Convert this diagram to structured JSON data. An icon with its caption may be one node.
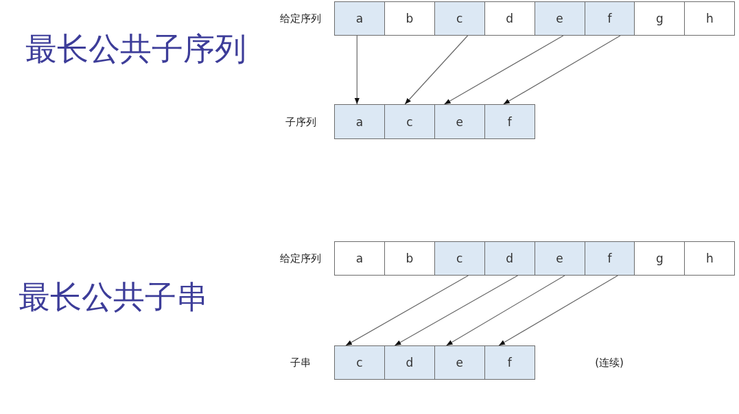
{
  "diagram": {
    "nodes": [
      {
        "text": [
          "给定序列"
        ]
      },
      {
        "text": [
          "a"
        ],
        "in": 0
      },
      {
        "text": [
          "b"
        ],
        "in": 0
      },
      {
        "text": [
          "c"
        ],
        "in": 0
      },
      {
        "text": [
          "d"
        ],
        "in": 0
      },
      {
        "text": [
          "e"
        ],
        "in": 0
      },
      {
        "text": [
          "f"
        ],
        "in": 0
      },
      {
        "text": [
          "g"
        ],
        "in": 0
      },
      {
        "text": [
          "h"
        ],
        "in": 0
      },
      {
        "text": [
          "子序列"
        ]
      },
      {
        "text": [
          "a"
        ],
        "in": 9
      },
      {
        "text": [
          "c"
        ],
        "in": 9
      },
      {
        "text": [
          "e"
        ],
        "in": 9
      },
      {
        "text": [
          "f"
        ],
        "in": 9
      },
      {
        "text": [
          "给定序列"
        ]
      },
      {
        "text": [
          "a"
        ],
        "in": 14
      },
      {
        "text": [
          "b"
        ],
        "in": 14
      },
      {
        "text": [
          "c"
        ],
        "in": 14
      },
      {
        "text": [
          "d"
        ],
        "in": 14
      },
      {
        "text": [
          "e"
        ],
        "in": 14
      },
      {
        "text": [
          "f"
        ],
        "in": 14
      },
      {
        "text": [
          "g"
        ],
        "in": 14
      },
      {
        "text": [
          "h"
        ],
        "in": 14
      },
      {
        "text": [
          "子串"
        ],
        "beside": [
          "(连续)"
        ]
      },
      {
        "text": [
          "c"
        ],
        "in": 23
      },
      {
        "text": [
          "d"
        ],
        "in": 23
      },
      {
        "text": [
          "e"
        ],
        "in": 23
      },
      {
        "text": [
          "f"
        ],
        "in": 23
      }
    ],
    "edges": [
      {
        "from": 1,
        "to": 10,
        "arrow": "to"
      },
      {
        "from": 3,
        "to": 11,
        "arrow": "to"
      },
      {
        "from": 5,
        "to": 12,
        "arrow": "to"
      },
      {
        "from": 6,
        "to": 13,
        "arrow": "to"
      },
      {
        "from": 17,
        "to": 24,
        "arrow": "to"
      },
      {
        "from": 18,
        "to": 25,
        "arrow": "to"
      },
      {
        "from": 19,
        "to": 26,
        "arrow": "to"
      },
      {
        "from": 20,
        "to": 27,
        "arrow": "to"
      }
    ],
    "labels": [
      "最长公共子序列",
      "最长公共子串"
    ]
  }
}
